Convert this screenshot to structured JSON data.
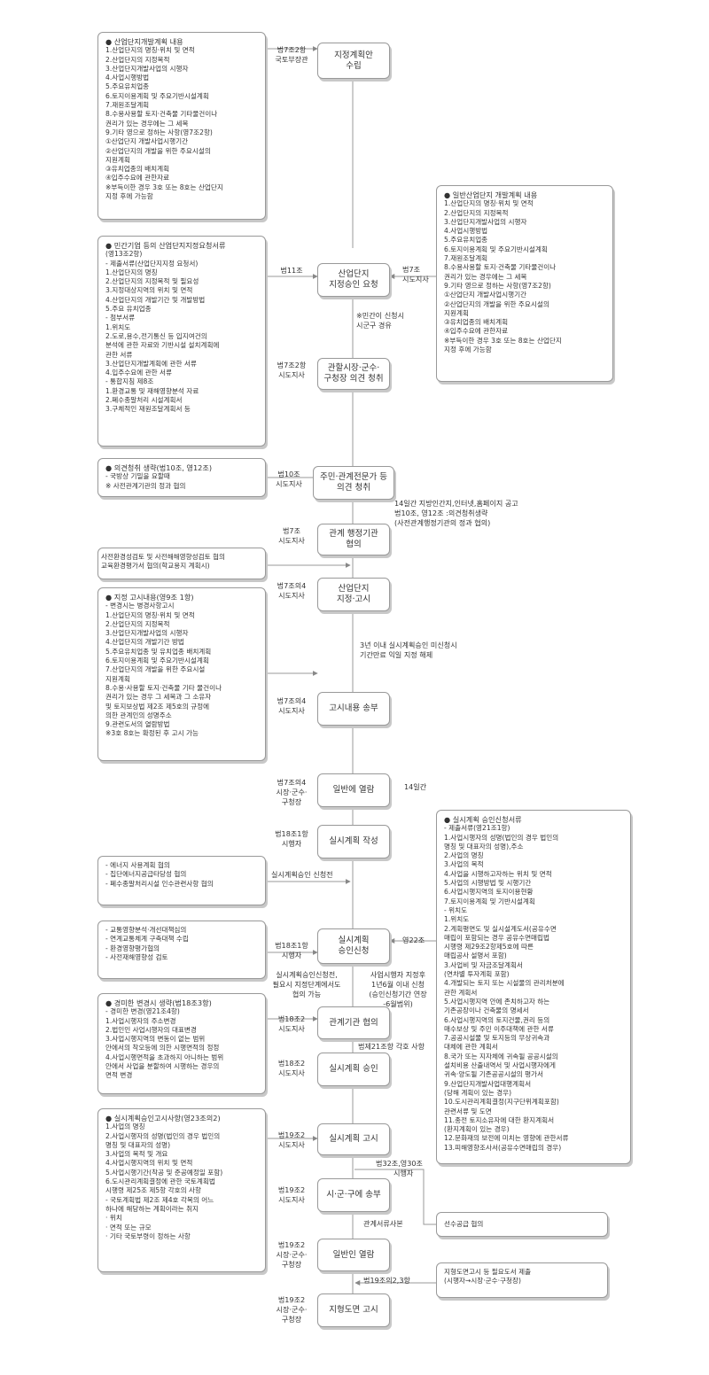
{
  "steps": {
    "s1": [
      "지정계획안",
      "수립"
    ],
    "s2": [
      "산업단지",
      "지정승인 요청"
    ],
    "s3": [
      "관할시장·군수·",
      "구청장 의견 청취"
    ],
    "s4": [
      "주민·관계전문가 등",
      "의견 청취"
    ],
    "s5": [
      "관계 행정기관",
      "협의"
    ],
    "s6": [
      "산업단지",
      "지정·고시"
    ],
    "s7": [
      "고시내용 송부"
    ],
    "s8": [
      "일반에 열람"
    ],
    "s9": [
      "실시계획 작성"
    ],
    "s10": [
      "실시계획",
      "승인신청"
    ],
    "s11": [
      "관계기관 협의"
    ],
    "s12": [
      "실시계획 승인"
    ],
    "s13": [
      "실시계획 고시"
    ],
    "s14": [
      "시·군·구에 송부"
    ],
    "s15": [
      "일반인 열람"
    ],
    "s16": [
      "지형도면 고시"
    ]
  },
  "left_labels": {
    "s1": [
      "법7조2항",
      "국토부장관"
    ],
    "s2": [
      "법11조"
    ],
    "s3": [
      "법7조2항",
      "시도지사"
    ],
    "s4": [
      "법10조",
      "시도지사"
    ],
    "s5": [
      "법7조",
      "시도지사"
    ],
    "s6": [
      "법7조의4",
      "시도지사"
    ],
    "s7": [
      "법7조의4",
      "시도지사"
    ],
    "s8": [
      "법7조의4",
      "시장·군수·",
      "구청장"
    ],
    "s9": [
      "법18조1항",
      "시행자"
    ],
    "s10": [
      "법18조1항",
      "시행자"
    ],
    "s11": [
      "법18조2",
      "시도지사"
    ],
    "s12": [
      "법18조2",
      "시도지사"
    ],
    "s13": [
      "법19조2",
      "시도지사"
    ],
    "s14": [
      "법19조2",
      "시도지사"
    ],
    "s15": [
      "법19조2",
      "시장·군수·",
      "구청장"
    ],
    "s16": [
      "법19조2",
      "시장·군수·",
      "구청장"
    ]
  },
  "flow_notes": {
    "s2_right": [
      "법7조",
      "시도지사"
    ],
    "s2_below": [
      "※민간이 신청시",
      "시군구 경유"
    ],
    "s4_below": [
      "14일간 지방인간지,인터넷,홈페이지 공고",
      "법10조, 영12조 :의견청취생략",
      "(사전관계행정기관의 정과 협의)"
    ],
    "s6_below": [
      "3년 이내 실시계획승인 미신청시",
      "기간만료 익일 지정 해제"
    ],
    "s8_right": [
      "14일간"
    ],
    "s9_below": [
      "실시계획승인 신청전"
    ],
    "s10_right": [
      "영22조"
    ],
    "s10_below_left": [
      "실시계획승인신청전,",
      "필요시 지정단계에서도",
      "협의 가능"
    ],
    "s10_below_right": [
      "사업시행자 지정후",
      "1년6월 이내 신청",
      "(승인신청기간 연장",
      "-6월범위)"
    ],
    "s11_below": [
      "법제21조항 각호 사항"
    ],
    "s13_right": [
      "법32조,영30조",
      "시행자"
    ],
    "s14_below": [
      "관계서류사본"
    ],
    "s15_below": [
      "법19조의2,3항"
    ]
  },
  "panels": {
    "p1": [
      "● 산업단지개발계획 내용",
      "  1.산업단지의 명칭·위치 및 면적",
      "  2.산업단지의 지정목적",
      "  3.산업단지개발사업의 시행자",
      "  4.사업시행방법",
      "  5.주요유치업종",
      "  6.토지이용계획 및 주요기반시설계획",
      "  7.재원조달계획",
      "  8.수용사용할 토지·건축물 기타물건이나",
      "     권리가 있는 경우에는 그 세목",
      "  9.기타 영으로 정하는 사항(영7조2항)",
      "    ①산업단지 개발사업시행기간",
      "    ②산업단지의 개발을 위한 주요시설의",
      "       지원계획",
      "    ③유치업종의 배치계획",
      "    ④입주수요에 관한자료",
      "  ※부득이한 경우 3호 또는 8호는 산업단지",
      "  지정 후에 가능함"
    ],
    "p2": [
      "● 일반산업단지 개발계획 내용",
      "  1.산업단지의 명칭·위치 및 면적",
      "  2.산업단지의 지정목적",
      "  3.산업단지개발사업의 시행자",
      "  4.사업시행방법",
      "  5.주요유치업종",
      "  6.토지이용계획 및 주요기반시설계획",
      "  7.재원조달계획",
      "  8.수용사용할 토지·건축물 기타물건이나",
      "     권리가 있는 경우에는 그 세목",
      "  9.기타 영으로 정하는 사항(영7조2항)",
      "    ①산업단지 개발사업시행기간",
      "    ②산업단지의 개발을 위한 주요시설의",
      "       지원계획",
      "    ③유치업종의 배치계획",
      "    ④입주수요에 관한자료",
      "  ※부득이한 경우 3호 또는 8호는 산업단지",
      "  지정 후에 가능함"
    ],
    "p3": [
      "● 민간기업 등의 산업단지지정요청서류",
      "  (영13조2항)",
      "- 제출서류(산업단지지정 요청서)",
      "  1.산업단지의 명칭",
      "  2.산업단지의 지정목적 및 필요성",
      "  3.지정대상지역의 위치 및 면적",
      "  4.산업단지의 개발기간 및 개발방법",
      "  5.주요 유치업종",
      "- 첨부서류",
      "  1.위치도",
      "  2.도로,용수,전기통신 등 입지여건의",
      "     분석에 관한 자료와 기반시설 설치계획에",
      "     관한 서류",
      "  3.산업단지개발계획에 관한 서류",
      "  4.입주수요에 관한 서류",
      "- 통합지침 제8조",
      "  1.환경교통 및 재해영향분석 자료",
      "  2.폐수종말처리 시설계획서",
      "  3.구체적인 재원조달계획서 등"
    ],
    "p4": [
      "● 의견청취 생략(법10조, 영12조)",
      "  - 국방상 기밀을 요할때",
      "  ※ 사전관계기관의 정과 협의"
    ],
    "p5": [
      "사전환경성검토 및 사전해해영향성검토 협의",
      "교육환경평가서 협의(학교용지 계획시)"
    ],
    "p6": [
      "● 지정 고시내용(영9조 1항)",
      "  - 변경시는 병경사항고시",
      "    1.산업단지의 명칭·위치 및 면적",
      "    2.산업단지의 지정목적",
      "    3.산업단지개발사업의 시행자",
      "    4.산업단지의 개발기간 방법",
      "    5.주요유치업종 및 유치업종 배치계획",
      "    6.토지이용계획 및 주요기반시설계획",
      "    7.산업단지의 개발을 위한 주요시설",
      "       지원계획",
      "    8.수용·사용할 토지·건축물 기타 물건이나",
      "       권리가 있는 경우 그 세목과 그 소유자",
      "       및 토지보상법 제2조 제5호의 규정에",
      "       의한 관계인의 성명주소",
      "    9.관련도서의 열람방법",
      "  ※3호 8호는 확정된 후 고시 가능"
    ],
    "p7": [
      "● 실시계획 승인신청서류",
      "- 제출서류(영21조1항)",
      "  1.사업시행자의 성명(법인의 경우 법인의",
      "     명칭 및 대표자의 성명),주소",
      "  2.사업의 명칭",
      "  3.사업의 목적",
      "  4.사업을 시행하고자하는 위치 및 면적",
      "  5.사업의 시행방법 및 시행기간",
      "  6.사업시행지역의 토지이용현황",
      "  7.토지이용계획 및 기반시설계획",
      "- 위치도",
      "  1.위치도",
      "  2.계획평면도 및 실시설계도서(공유수면",
      "     매립이 포함되는 경우 공유수면매립법",
      "     시행령 제29조2항제5호에 따른",
      "     매립공사 설명서 포함)",
      "  3.사업비 및 자금조달계획서",
      "     (연차별 투자계획 포함)",
      "  4.개발되는 토지 또는 시설물의 관리처분에",
      "     관한 계획서",
      "  5.사업시행지역 안에 존치하고자 하는",
      "     기존공장이나 건축물의 명세서",
      "  6.사업시행지역의 토지건물,권리 등의",
      "     매수보상 및 주민 이주대책에 관한 서류",
      "  7.공공시설물 및 토지등의 무상귀속과",
      "     대체에 관한 계획서",
      "  8.국가 또는 지자체에 귀속될 공공시설의",
      "     설치비용 산출내역서 및 사업시행자에게",
      "     귀속·양도될 기존공공시설의 평가서",
      "  9.산업단지개발사업대행계획서",
      "     (당해 계획이 있는 경우)",
      "  10.도시관리계획결정(지구단위계획포함)",
      "      관련서류 및 도면",
      "  11.종전 토지소유자에 대한 환지계획서",
      "      (환지계획이 있는 경우)",
      "  12.문화재의 보전에 미치는 영향에 관한서류",
      "  13.피해영향조사서(공유수면매립의 경우)"
    ],
    "p8": [
      "- 에너지 사용계획 협의",
      "- 집단에너지공급타당성 협의",
      "- 폐수종말처리시설 인수관련사항 협의"
    ],
    "p9": [
      "- 교통영향분석·개선대책심의",
      "- 연계교통체계 구축대책 수립",
      "- 환경영향평가협의",
      "- 사전재해영향성 검토"
    ],
    "p10": [
      "● 경미한 변경시 생략(법18조3항)",
      "  - 경미한 변경(영21조4항)",
      "  1.사업시행자의 주소변경",
      "  2.법인인 사업시행자의 대표변경",
      "  3.사업시행지역의 변동이 없는 범위",
      "     안에서의 착오등에 의한 시행면적의 정정",
      "  4.사업시행면적을 초과하지 아니하는 범위",
      "     안에서 사업을 분할하여 시행하는 경우의",
      "     면적 변경"
    ],
    "p11": [
      "● 실시계획승인고시사항(영23조의2)",
      "  1.사업의 명칭",
      "  2.사업시행자의 성명(법인의 경우 법인의",
      "     명칭 및 대표자의 성명)",
      "  3.사업의 목적 및 개요",
      "  4.사업시행지역의 위치 및 면적",
      "  5.사업시행기간(착공 및 준공예정일 포함)",
      "  6.도시관리계획결정에 관한 국토계획법",
      "     시행령 제25조 제5항 각호의 사항",
      "     - 국토계획법 제2조 제4호 각목의 어느",
      "        하나에 해당하는 계획이라는 취지",
      "        · 위치",
      "        · 면적 또는 규모",
      "        · 기타 국토부령이 정하는 사항"
    ],
    "p12": [
      "선수공급 협의"
    ],
    "p13": [
      "지형도면고시 등 필요도서 제출",
      "(시행자→시장·군수·구청장)"
    ]
  }
}
